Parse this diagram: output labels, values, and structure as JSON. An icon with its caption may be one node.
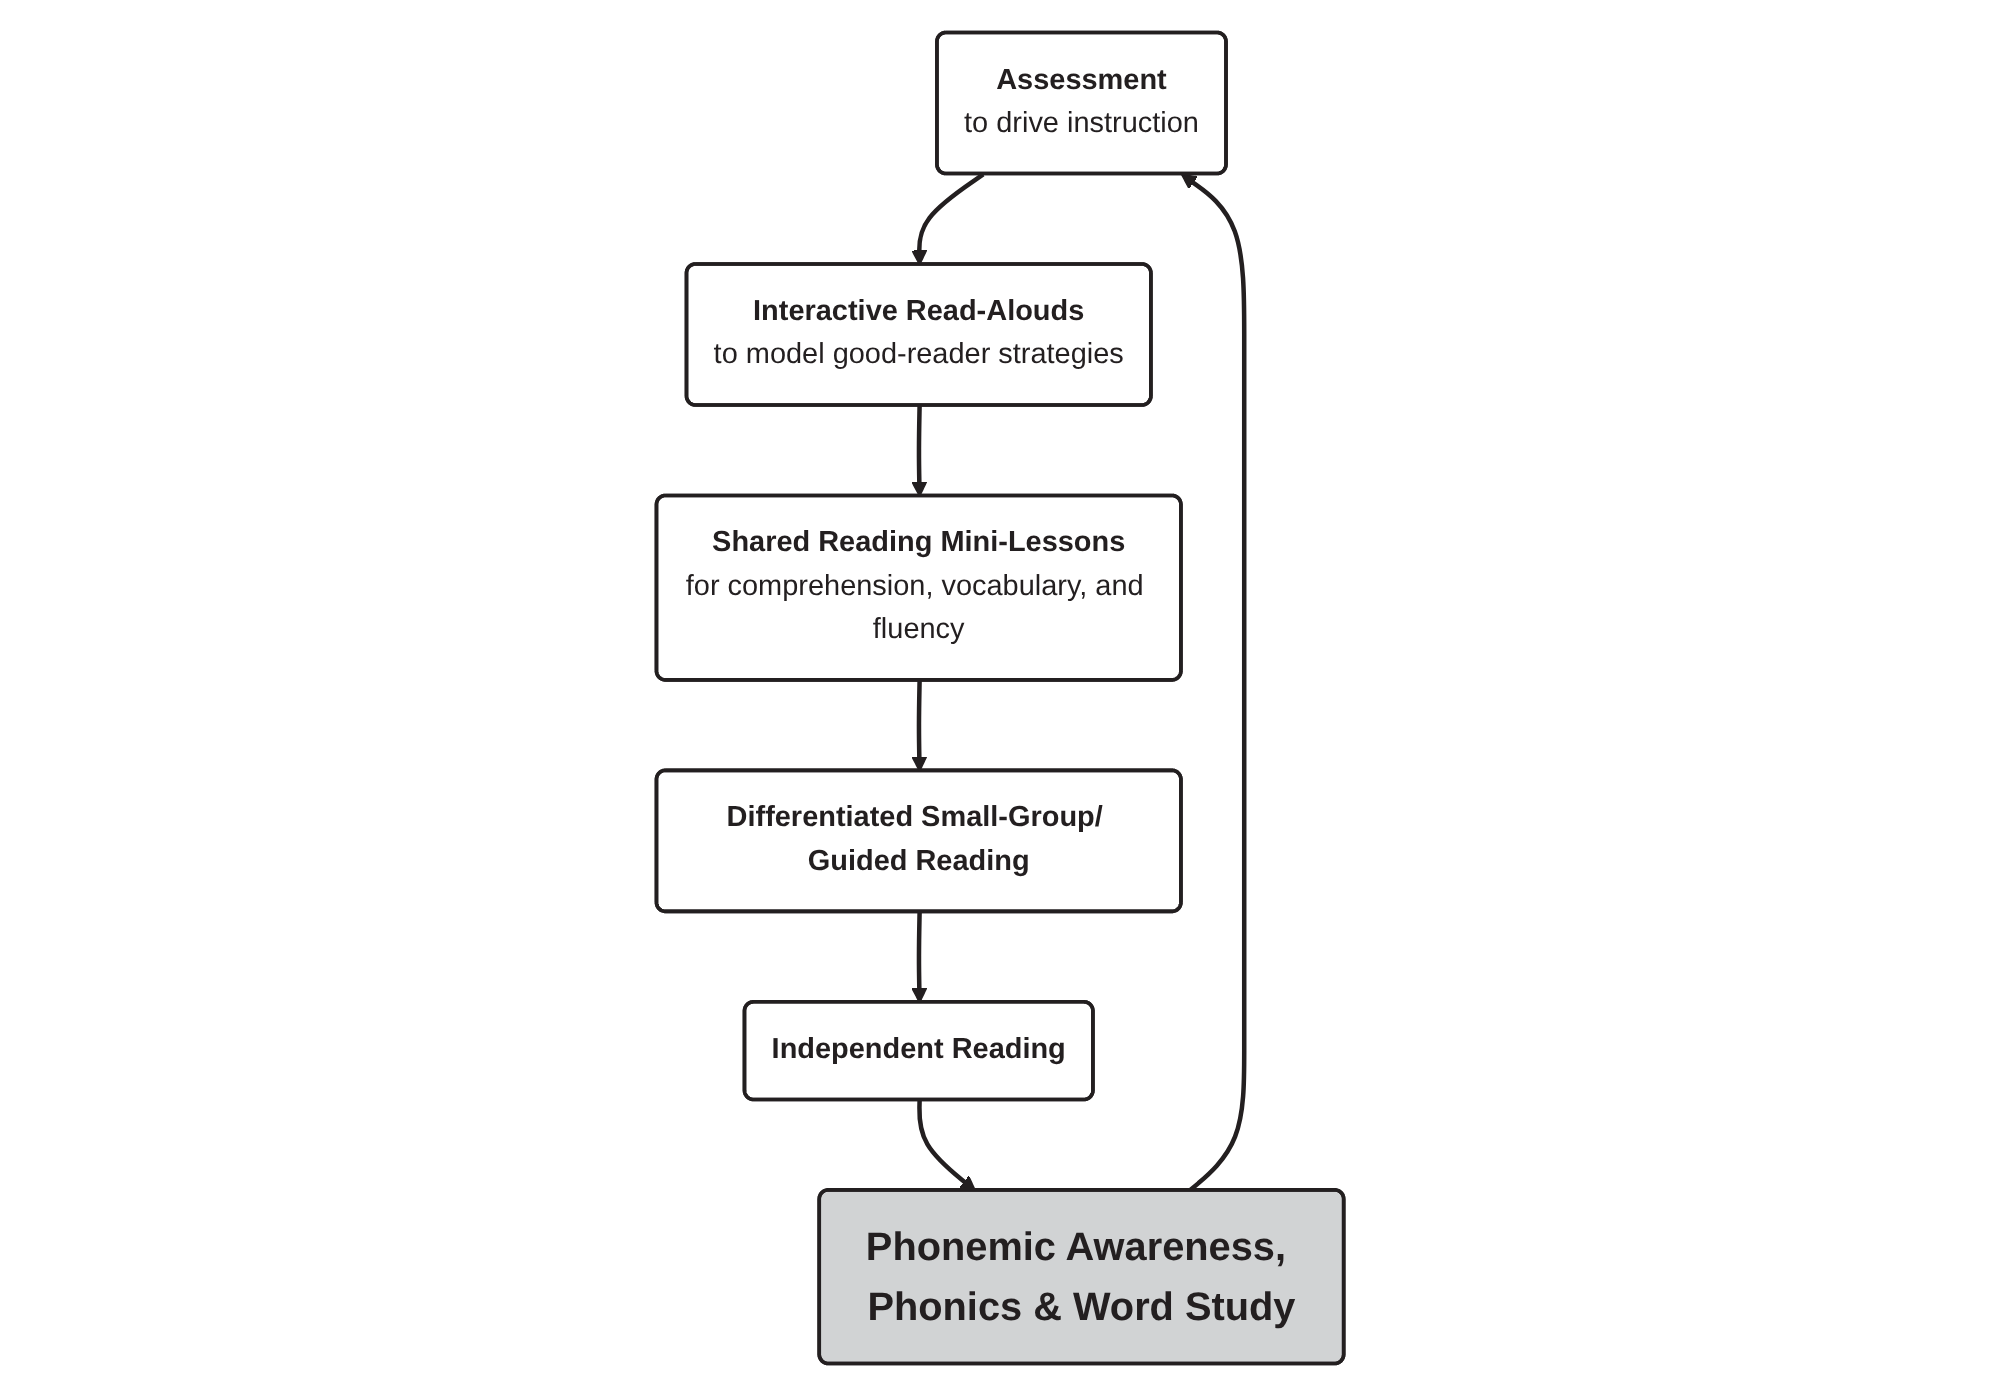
{
  "diagram": {
    "nodes": [
      {
        "text": [
          "Assessment",
          "to drive instruction"
        ]
      },
      {
        "text": [
          "Interactive Read-Alouds",
          "to model good-reader strategies"
        ]
      },
      {
        "text": [
          "Shared Reading Mini-Lessons",
          "for comprehension, vocabulary, and fluency"
        ]
      },
      {
        "text": [
          "Differentiated Small-Group/ Guided Reading"
        ]
      },
      {
        "text": [
          "Independent Reading"
        ]
      },
      {
        "text": [
          "Phonemic Awareness, Phonics & Word Study"
        ]
      }
    ],
    "edges": [
      {
        "from": 0,
        "to": 1,
        "arrow": "to"
      },
      {
        "from": 1,
        "to": 2,
        "arrow": "to"
      },
      {
        "from": 2,
        "to": 3,
        "arrow": "to"
      },
      {
        "from": 3,
        "to": 4,
        "arrow": "to"
      },
      {
        "from": 4,
        "to": 5,
        "arrow": "to"
      },
      {
        "from": 5,
        "to": 0,
        "arrow": "to"
      }
    ]
  }
}
